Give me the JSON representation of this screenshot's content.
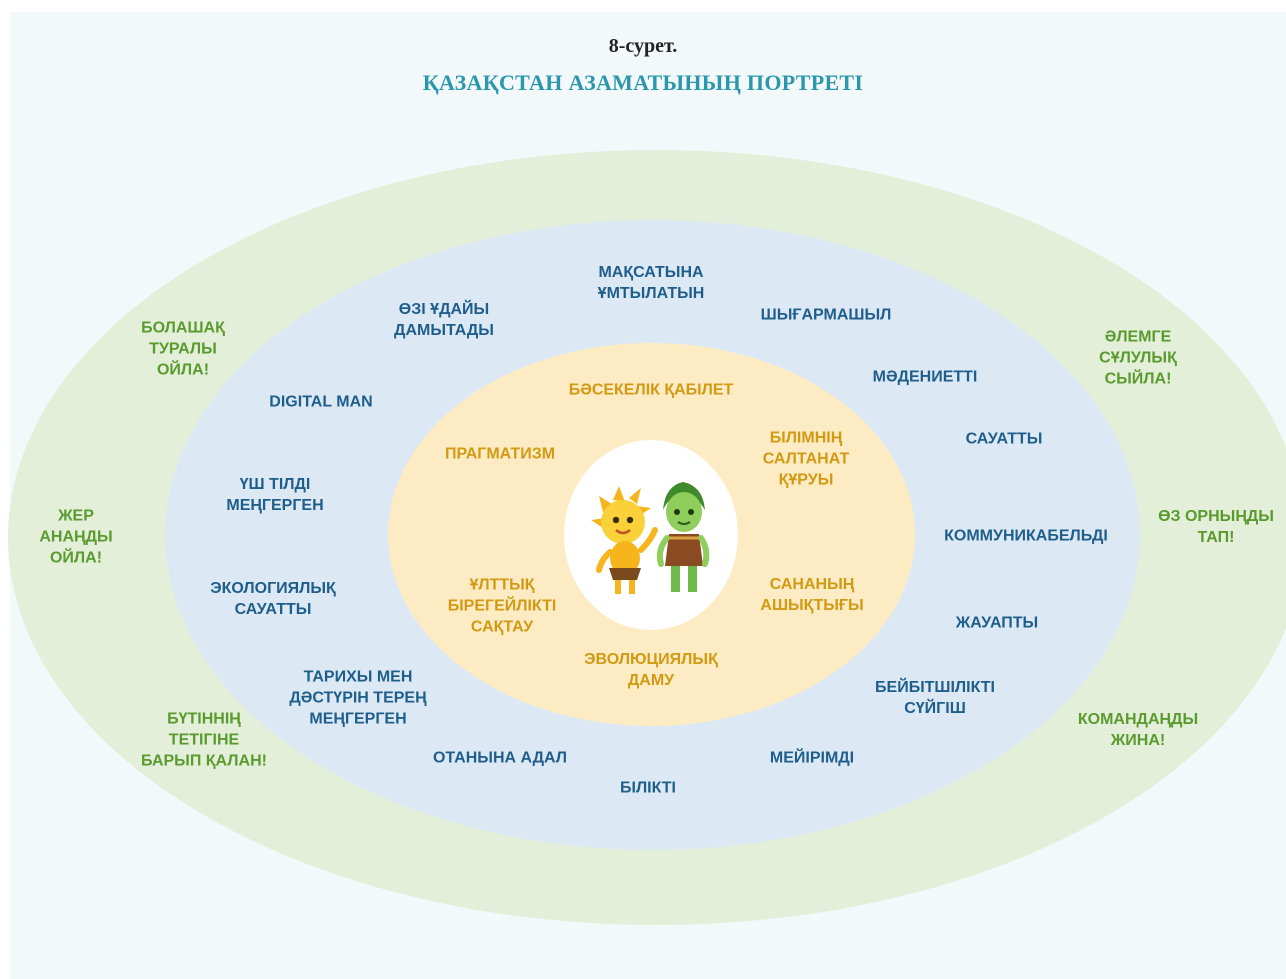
{
  "figure": {
    "label": "8-сурет.",
    "title": "ҚАЗАҚСТАН АЗАМАТЫНЫҢ ПОРТРЕТІ"
  },
  "outer_ring": [
    "БОЛАШАҚ\nТУРАЛЫ\nОЙЛА!",
    "ЖЕР\nАНАҢДЫ\nОЙЛА!",
    "БҮТІННІҢ\nТЕТІГІНЕ\nБАРЫП ҚАЛАН!",
    "ӘЛЕМГЕ\nСҰЛУЛЫҚ\nСЫЙЛА!",
    "ӨЗ ОРНЫҢДЫ\nТАП!",
    "КОМАНДАҢДЫ\nЖИНА!"
  ],
  "middle_ring": [
    "МАҚСАТЫНА\nҰМТЫЛАТЫН",
    "ӨЗІ ҰДАЙЫ\nДАМЫТАДЫ",
    "ШЫҒАРМАШЫЛ",
    "МӘДЕНИЕТТІ",
    "DIGITAL MAN",
    "САУАТТЫ",
    "ҮШ ТІЛДІ\nМЕҢГЕРГЕН",
    "КОММУНИКАБЕЛЬДІ",
    "ЭКОЛОГИЯЛЫҚ\nСАУАТТЫ",
    "ЖАУАПТЫ",
    "ТАРИХЫ МЕН\nДӘСТҮРІН ТЕРЕҢ\nМЕҢГЕРГЕН",
    "БЕЙБІТШІЛІКТІ\nСҮЙГІШ",
    "ОТАНЫНА АДАЛ",
    "МЕЙІРІМДІ",
    "БІЛІКТІ"
  ],
  "inner_ring": [
    "БӘСЕКЕЛІК ҚАБІЛЕТ",
    "ПРАГМАТИЗМ",
    "БІЛІМНІҢ\nСАЛТАНАТ\nҚҰРУЫ",
    "ҰЛТТЫҚ\nБІРЕГЕЙЛІКТІ\nСАҚТАУ",
    "САНАНЫҢ\nАШЫҚТЫҒЫ",
    "ЭВОЛЮЦИЯЛЫҚ\nДАМУ"
  ],
  "colors": {
    "outer_fill": "#e3efd8",
    "middle_fill": "#dce9f5",
    "inner_fill": "#fdebc3",
    "outer_text": "#5a9a2e",
    "middle_text": "#1f5e8a",
    "inner_text": "#d19a12",
    "title": "#2a97ad"
  },
  "center": {
    "icons": [
      "sun-mascot-icon",
      "leaf-boy-mascot-icon"
    ]
  }
}
